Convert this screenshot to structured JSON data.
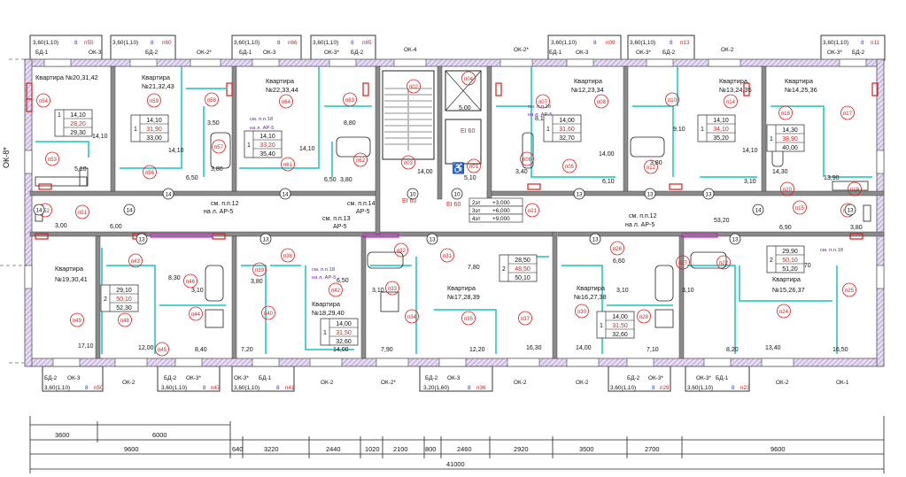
{
  "colors": {
    "wall": "#6a6a6a",
    "wall_hatch": "#b39ad6",
    "partition": "#1c1c1c",
    "cyan": "#17c3c3",
    "magenta": "#cc22cc",
    "red": "#d61f1f",
    "blue": "#2b3ea8",
    "text": "#111111",
    "dim": "#222222"
  },
  "apartments": [
    {
      "name": "Квартира №20,31,42",
      "table": [
        [
          "1",
          "14,10",
          ""
        ],
        [
          "",
          "28,20",
          ""
        ],
        [
          "",
          "29,30",
          ""
        ]
      ]
    },
    {
      "name": "Квартира №21,32,43",
      "table": [
        [
          "",
          "14,10",
          ""
        ],
        [
          "1",
          "31,90",
          ""
        ],
        [
          "",
          "33,00",
          ""
        ]
      ]
    },
    {
      "name": "Квартира №22,33,44",
      "table": [
        [
          "",
          "14,10",
          ""
        ],
        [
          "1",
          "33,20",
          ""
        ],
        [
          "",
          "35,40",
          ""
        ]
      ]
    },
    {
      "name": "Квартира №12,23,34",
      "table": [
        [
          "",
          "14,00",
          ""
        ],
        [
          "1",
          "31,60",
          ""
        ],
        [
          "",
          "32,70",
          ""
        ]
      ]
    },
    {
      "name": "Квартира №13,24,35",
      "table": [
        [
          "",
          "14,10",
          ""
        ],
        [
          "1",
          "34,10",
          ""
        ],
        [
          "",
          "35,20",
          ""
        ]
      ]
    },
    {
      "name": "Квартира №14,25,36",
      "table": [
        [
          "",
          "14,30",
          ""
        ],
        [
          "1",
          "38,90",
          ""
        ],
        [
          "",
          "40,00",
          ""
        ]
      ]
    },
    {
      "name": "Квартира №19,30,41",
      "table": [
        [
          "",
          "29,10",
          ""
        ],
        [
          "2",
          "50,10",
          ""
        ],
        [
          "",
          "52,30",
          ""
        ]
      ]
    },
    {
      "name": "Квартира №18,29,40",
      "table": [
        [
          "",
          "14,00",
          ""
        ],
        [
          "1",
          "31,50",
          ""
        ],
        [
          "",
          "32,60",
          ""
        ]
      ]
    },
    {
      "name": "Квартира №17,28,39",
      "table": [
        [
          "",
          "28,50",
          ""
        ],
        [
          "2",
          "48,50",
          ""
        ],
        [
          "",
          "50,10",
          ""
        ]
      ]
    },
    {
      "name": "Квартира №16,27,38",
      "table": [
        [
          "",
          "14,00",
          ""
        ],
        [
          "1",
          "31,50",
          ""
        ],
        [
          "",
          "32,60",
          ""
        ]
      ]
    },
    {
      "name": "Квартира №15,26,37",
      "table": [
        [
          "",
          "29,90",
          ""
        ],
        [
          "2",
          "50,10",
          ""
        ],
        [
          "",
          "51,20",
          ""
        ]
      ]
    }
  ],
  "apt_labels": [
    {
      "text": "Квартира №20,31,42"
    },
    {
      "text": "Квартира"
    },
    {
      "text": "№21,32,43"
    },
    {
      "text": "Квартира"
    },
    {
      "text": "№22,33,44"
    },
    {
      "text": "Квартира"
    },
    {
      "text": "№12,23,34"
    },
    {
      "text": "Квартира"
    },
    {
      "text": "№13,24,35"
    },
    {
      "text": "Квартира"
    },
    {
      "text": "№14,25,36"
    },
    {
      "text": "Квартира"
    },
    {
      "text": "№19,30,41"
    },
    {
      "text": "Квартира"
    },
    {
      "text": "№18,29,40"
    },
    {
      "text": "Квартира"
    },
    {
      "text": "№17,28,39"
    },
    {
      "text": "Квартира"
    },
    {
      "text": "№16,27,38"
    },
    {
      "text": "Квартира"
    },
    {
      "text": "№15,26,37"
    }
  ],
  "top_labels": [
    {
      "text": "3,60(1,10)"
    },
    {
      "text": "8"
    },
    {
      "text": "п55"
    },
    {
      "text": "3,60(1,10)"
    },
    {
      "text": "8"
    },
    {
      "text": "п60"
    },
    {
      "text": "БД-1"
    },
    {
      "text": "ОК-3"
    },
    {
      "text": "БД-2"
    },
    {
      "text": "ОК-2*"
    },
    {
      "text": "3,60(1,10)"
    },
    {
      "text": "8"
    },
    {
      "text": "п66"
    },
    {
      "text": "3,60(1,10)"
    },
    {
      "text": "8"
    },
    {
      "text": "п65"
    },
    {
      "text": "БД-1"
    },
    {
      "text": "ОК-3"
    },
    {
      "text": "ОК-3*"
    },
    {
      "text": "БД-2"
    },
    {
      "text": "ОК-4"
    },
    {
      "text": "ОК-2*"
    },
    {
      "text": "3,60(1,10)"
    },
    {
      "text": "8"
    },
    {
      "text": "п09"
    },
    {
      "text": "3,60(1,10)"
    },
    {
      "text": "8"
    },
    {
      "text": "п13"
    },
    {
      "text": "БД-1"
    },
    {
      "text": "ОК-3"
    },
    {
      "text": "ОК-3*"
    },
    {
      "text": "БД-2"
    },
    {
      "text": "ОК-2"
    },
    {
      "text": "3,60(1,10)"
    },
    {
      "text": "8"
    },
    {
      "text": "п11"
    },
    {
      "text": "ОК-3*"
    },
    {
      "text": "БД-2"
    }
  ],
  "bottom_labels": [
    {
      "text": "БД-2"
    },
    {
      "text": "ОК-3"
    },
    {
      "text": "3,60(1,10)"
    },
    {
      "text": "8"
    },
    {
      "text": "п50"
    },
    {
      "text": "ОК-2"
    },
    {
      "text": "БД-2"
    },
    {
      "text": "ОК-3*"
    },
    {
      "text": "3,60(1,10)"
    },
    {
      "text": "8"
    },
    {
      "text": "п47"
    },
    {
      "text": "ОК-3*"
    },
    {
      "text": "БД-1"
    },
    {
      "text": "3,60(1,10)"
    },
    {
      "text": "8"
    },
    {
      "text": "п41"
    },
    {
      "text": "ОК-2"
    },
    {
      "text": "ОК-2*"
    },
    {
      "text": "БД-2"
    },
    {
      "text": "ОК-3"
    },
    {
      "text": "3,20(1,60)"
    },
    {
      "text": "8"
    },
    {
      "text": "п36"
    },
    {
      "text": "ОК-2"
    },
    {
      "text": "ОК-2"
    },
    {
      "text": "БД-2"
    },
    {
      "text": "ОК-3*"
    },
    {
      "text": "3,60(1,10)"
    },
    {
      "text": "8"
    },
    {
      "text": "п29"
    },
    {
      "text": "ОК-3*"
    },
    {
      "text": "БД-1"
    },
    {
      "text": "3,60(1,10)"
    },
    {
      "text": "8"
    },
    {
      "text": "п23"
    },
    {
      "text": "ОК-2"
    },
    {
      "text": "ОК-1"
    }
  ],
  "room_areas": [
    {
      "text": "14,10"
    },
    {
      "text": "5,10"
    },
    {
      "text": "3,00"
    },
    {
      "text": "14,10"
    },
    {
      "text": "6,50"
    },
    {
      "text": "3,50"
    },
    {
      "text": "3,80"
    },
    {
      "text": "14,10"
    },
    {
      "text": "8,80"
    },
    {
      "text": "6,50"
    },
    {
      "text": "3,80"
    },
    {
      "text": "6,00"
    },
    {
      "text": "14,00"
    },
    {
      "text": "5,00"
    },
    {
      "text": "5,10"
    },
    {
      "text": "3,40"
    },
    {
      "text": "8,10"
    },
    {
      "text": "14,00"
    },
    {
      "text": "6,10"
    },
    {
      "text": "9,10"
    },
    {
      "text": "3,80"
    },
    {
      "text": "14,10"
    },
    {
      "text": "3,10"
    },
    {
      "text": "14,30"
    },
    {
      "text": "13,90"
    },
    {
      "text": "53,20"
    },
    {
      "text": "6,90"
    },
    {
      "text": "3,80"
    },
    {
      "text": "8,30"
    },
    {
      "text": "3,10"
    },
    {
      "text": "12,00"
    },
    {
      "text": "17,10"
    },
    {
      "text": "8,40"
    },
    {
      "text": "3,80"
    },
    {
      "text": "7,20"
    },
    {
      "text": "6,50"
    },
    {
      "text": "14,00"
    },
    {
      "text": "3,10"
    },
    {
      "text": "7,90"
    },
    {
      "text": "7,80"
    },
    {
      "text": "12,20"
    },
    {
      "text": "16,30"
    },
    {
      "text": "6,60"
    },
    {
      "text": "14,00"
    },
    {
      "text": "3,10"
    },
    {
      "text": "7,10"
    },
    {
      "text": "3,10"
    },
    {
      "text": "8,20"
    },
    {
      "text": "13,40"
    },
    {
      "text": "16,50"
    },
    {
      "text": "7,70"
    }
  ],
  "room_numbers": [
    {
      "text": "п54"
    },
    {
      "text": "п53"
    },
    {
      "text": "п52"
    },
    {
      "text": "п51"
    },
    {
      "text": "п59"
    },
    {
      "text": "п58"
    },
    {
      "text": "п57"
    },
    {
      "text": "п56"
    },
    {
      "text": "п64"
    },
    {
      "text": "п63"
    },
    {
      "text": "п62"
    },
    {
      "text": "п61"
    },
    {
      "text": "п02"
    },
    {
      "text": "п04"
    },
    {
      "text": "п03"
    },
    {
      "text": "п01"
    },
    {
      "text": "п07"
    },
    {
      "text": "п06"
    },
    {
      "text": "п05"
    },
    {
      "text": "п08"
    },
    {
      "text": "п10"
    },
    {
      "text": "п12"
    },
    {
      "text": "п14"
    },
    {
      "text": "п15"
    },
    {
      "text": "п18"
    },
    {
      "text": "п17"
    },
    {
      "text": "п16"
    },
    {
      "text": "п43"
    },
    {
      "text": "п44"
    },
    {
      "text": "п46"
    },
    {
      "text": "п48"
    },
    {
      "text": "п49"
    },
    {
      "text": "п45"
    },
    {
      "text": "п38"
    },
    {
      "text": "п39"
    },
    {
      "text": "п40"
    },
    {
      "text": "п42"
    },
    {
      "text": "п33"
    },
    {
      "text": "п32"
    },
    {
      "text": "п31"
    },
    {
      "text": "п34"
    },
    {
      "text": "п35"
    },
    {
      "text": "п37"
    },
    {
      "text": "п26"
    },
    {
      "text": "п28"
    },
    {
      "text": "п30"
    },
    {
      "text": "п27"
    },
    {
      "text": "п22"
    },
    {
      "text": "п24"
    },
    {
      "text": "п25"
    },
    {
      "text": "п19"
    },
    {
      "text": "п20"
    },
    {
      "text": "п21"
    }
  ],
  "notes": [
    {
      "text": "см. п.п.18"
    },
    {
      "text": "на л. АР-5"
    },
    {
      "text": "см. п.п.12"
    },
    {
      "text": "на л. АР-5"
    },
    {
      "text": "см. п.п.14"
    },
    {
      "text": "АР-5"
    },
    {
      "text": "см. п.п.13"
    },
    {
      "text": "АР-5"
    },
    {
      "text": "см. п.п.18"
    },
    {
      "text": "на л. АР-5"
    },
    {
      "text": "см. п.п.12"
    },
    {
      "text": "на л. АР-5"
    },
    {
      "text": "см. п.п.18"
    },
    {
      "text": "на л. АР-5"
    },
    {
      "text": "см. п.п.18"
    }
  ],
  "circle_numbers": [
    {
      "text": "14"
    },
    {
      "text": "14"
    },
    {
      "text": "14"
    },
    {
      "text": "14"
    },
    {
      "text": "10"
    },
    {
      "text": "10"
    },
    {
      "text": "13"
    },
    {
      "text": "13"
    },
    {
      "text": "13"
    },
    {
      "text": "14"
    },
    {
      "text": "13"
    },
    {
      "text": "13"
    },
    {
      "text": "13"
    },
    {
      "text": "13"
    },
    {
      "text": "13"
    },
    {
      "text": "13"
    }
  ],
  "fire_labels": [
    {
      "text": "EI 60"
    },
    {
      "text": "EI 60"
    },
    {
      "text": "EI 60"
    },
    {
      "text": "EI 60"
    }
  ],
  "floor_table": [
    {
      "floor": "2эт",
      "level": "+3,000"
    },
    {
      "floor": "3эт",
      "level": "+6,000"
    },
    {
      "floor": "4эт",
      "level": "+9,000"
    }
  ],
  "side_label": "ОК-8*",
  "dims_top": [
    "3600",
    "6000"
  ],
  "dims_mid": [
    "9600",
    "640",
    "3220",
    "2440",
    "1020",
    "2100",
    "800",
    "2460",
    "2920",
    "3500",
    "2700",
    "9600"
  ],
  "dims_total": "41000"
}
